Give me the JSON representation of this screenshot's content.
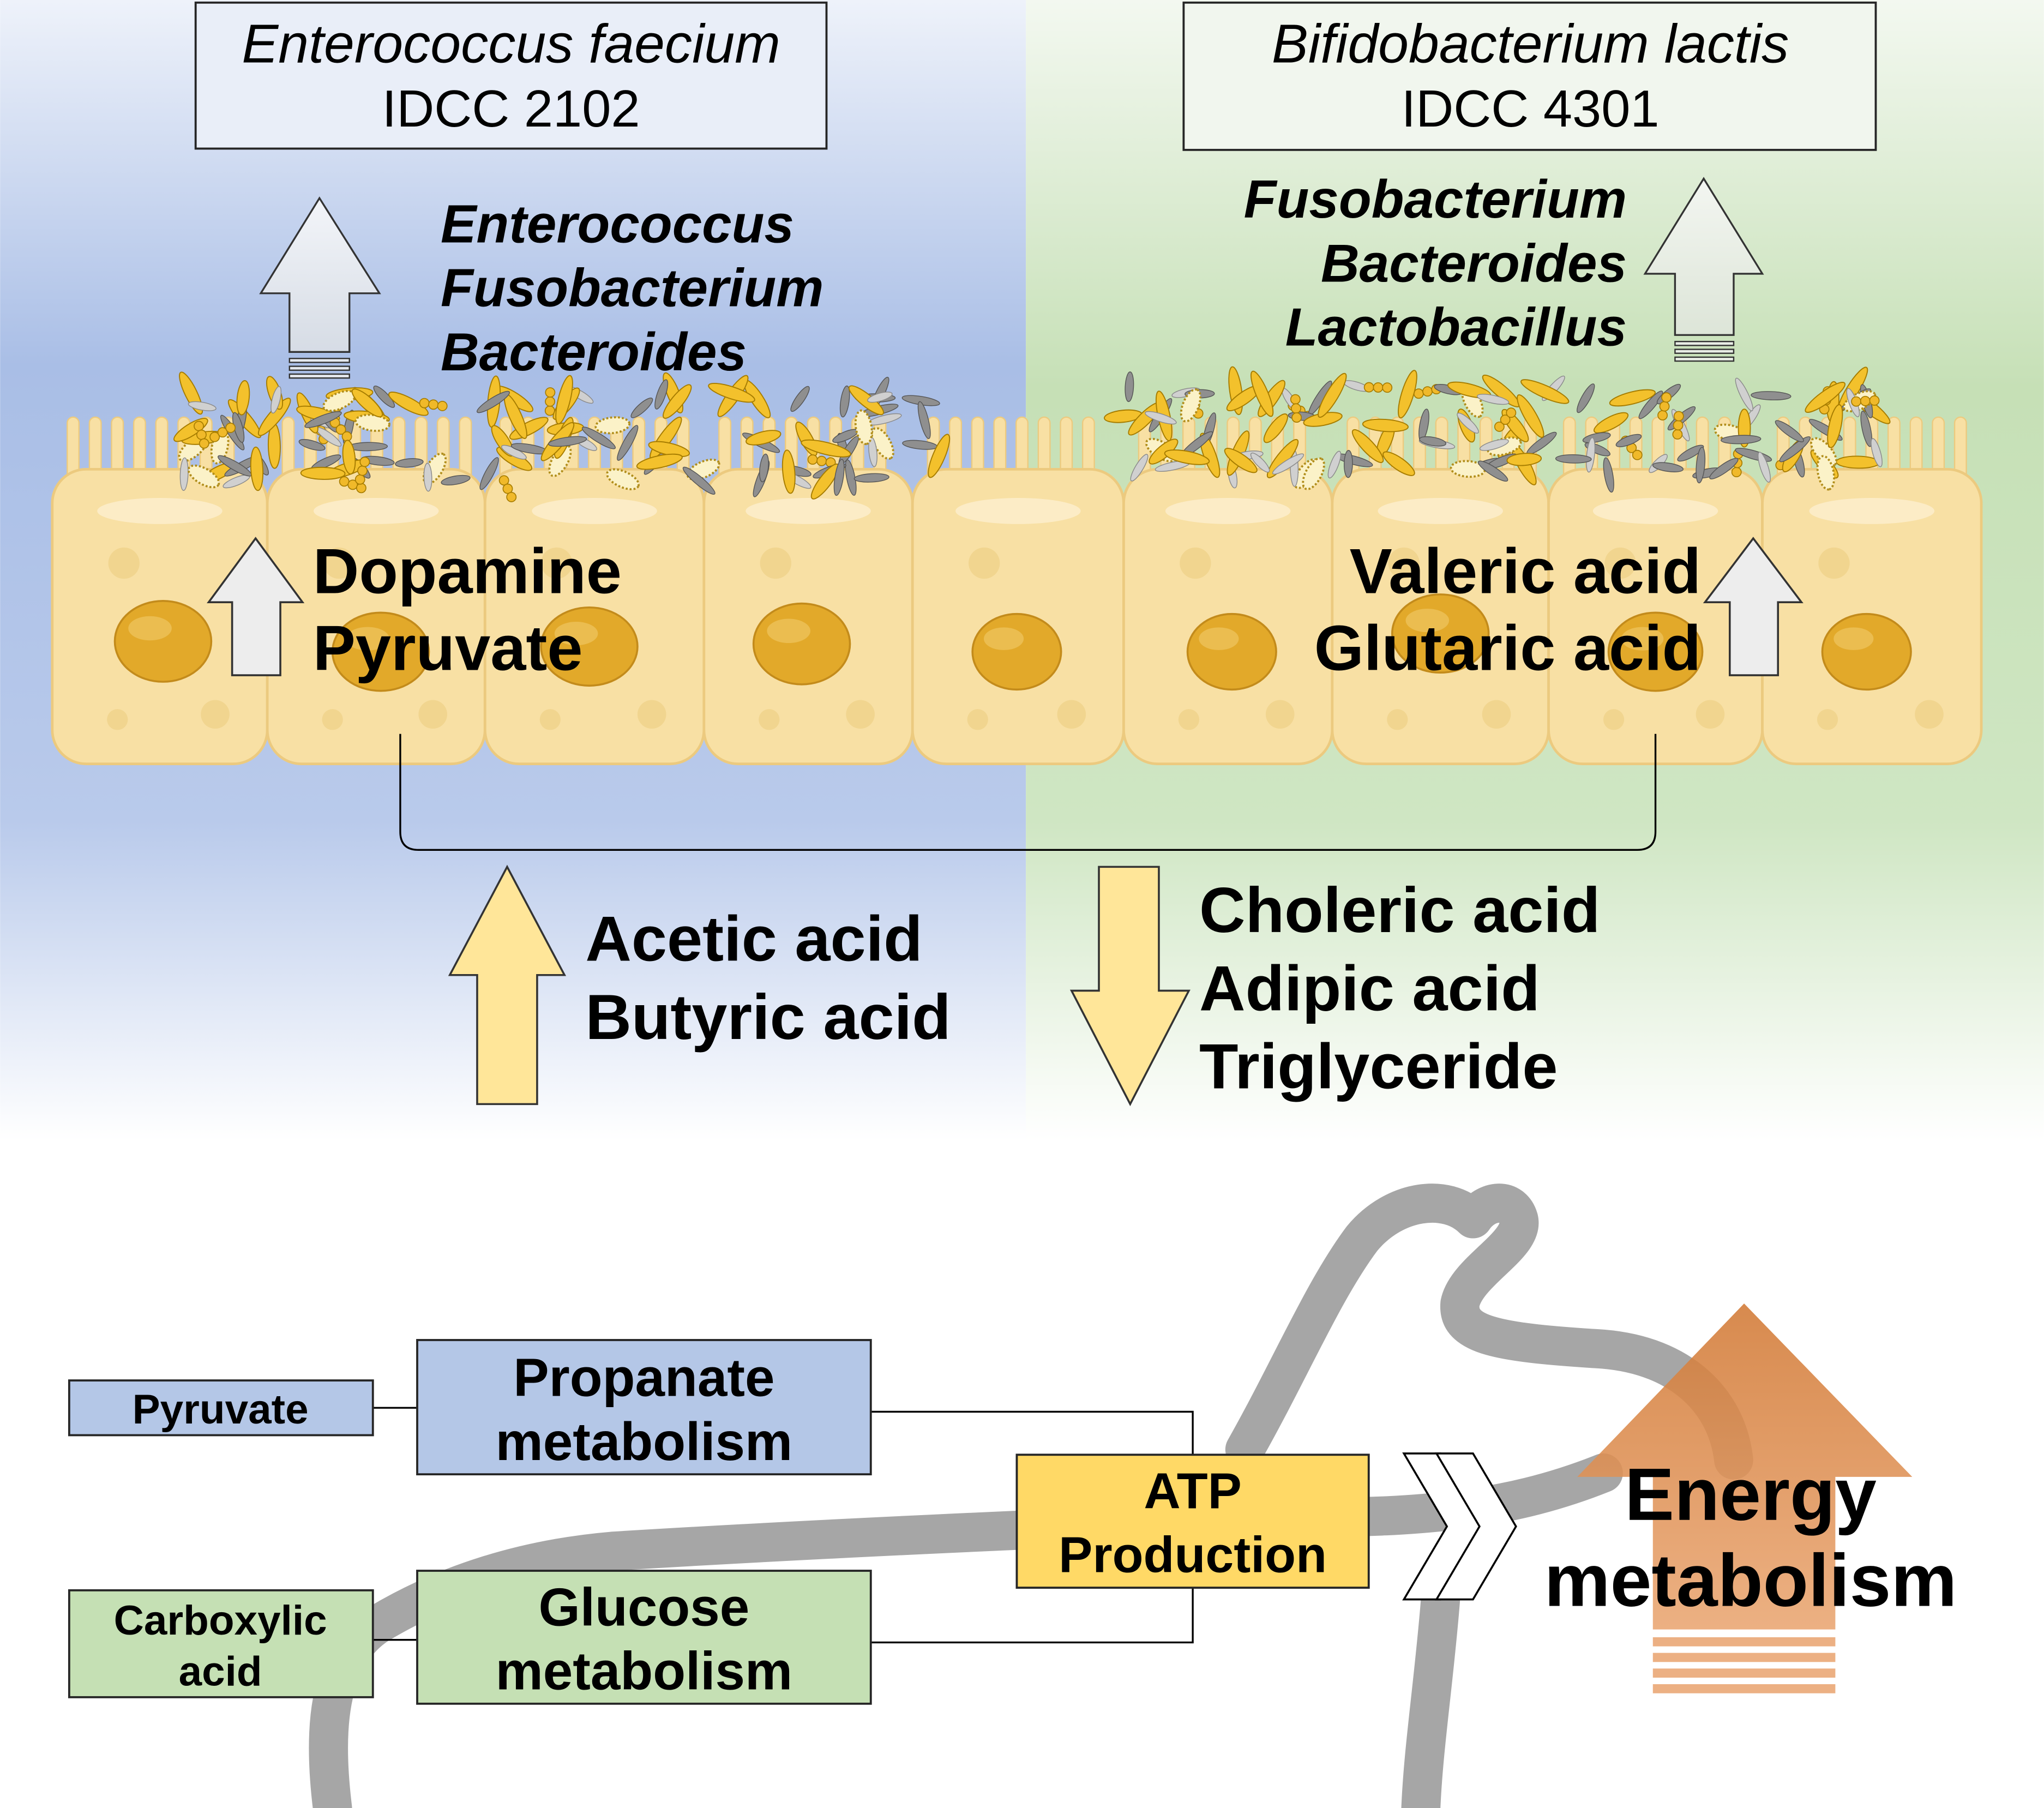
{
  "strains": [
    {
      "species": "Enterococcus faecium",
      "strain": "IDCC 2102",
      "taxa": [
        "Enterococcus",
        "Fusobacterium",
        "Bacteroides"
      ],
      "metabolites": [
        "Dopamine",
        "Pyruvate"
      ]
    },
    {
      "species": "Bifidobacterium lactis",
      "strain": "IDCC 4301",
      "taxa": [
        "Fusobacterium",
        "Bacteroides",
        "Lactobacillus"
      ],
      "metabolites": [
        "Valeric acid",
        "Glutaric acid"
      ]
    }
  ],
  "shared": {
    "up": [
      "Acetic acid",
      "Butyric acid"
    ],
    "down": [
      "Choleric acid",
      "Adipic acid",
      "Triglyceride"
    ]
  },
  "pathway": {
    "inputs": [
      {
        "lines": [
          "Pyruvate"
        ]
      },
      {
        "lines": [
          "Carboxylic",
          "acid"
        ]
      }
    ],
    "metabolism": [
      {
        "lines": [
          "Propanate",
          "metabolism"
        ]
      },
      {
        "lines": [
          "Glucose",
          "metabolism"
        ]
      }
    ],
    "atp": [
      "ATP",
      "Production"
    ],
    "result": [
      "Energy",
      "metabolism"
    ]
  },
  "colors": {
    "strain1_bg": "#a9bee6",
    "strain2_bg": "#c6e0b6",
    "box_blue": "#b4c7e7",
    "box_green": "#c5e0b4",
    "box_atp": "#ffd966",
    "arrow_yellow": "#ffe699",
    "arrow_orange_top": "#d27a36",
    "arrow_orange_bottom": "#eaa672",
    "cell": "#f8e0a4",
    "nucleus": "#e2a92a",
    "outline_grey": "#a6a6a6"
  }
}
